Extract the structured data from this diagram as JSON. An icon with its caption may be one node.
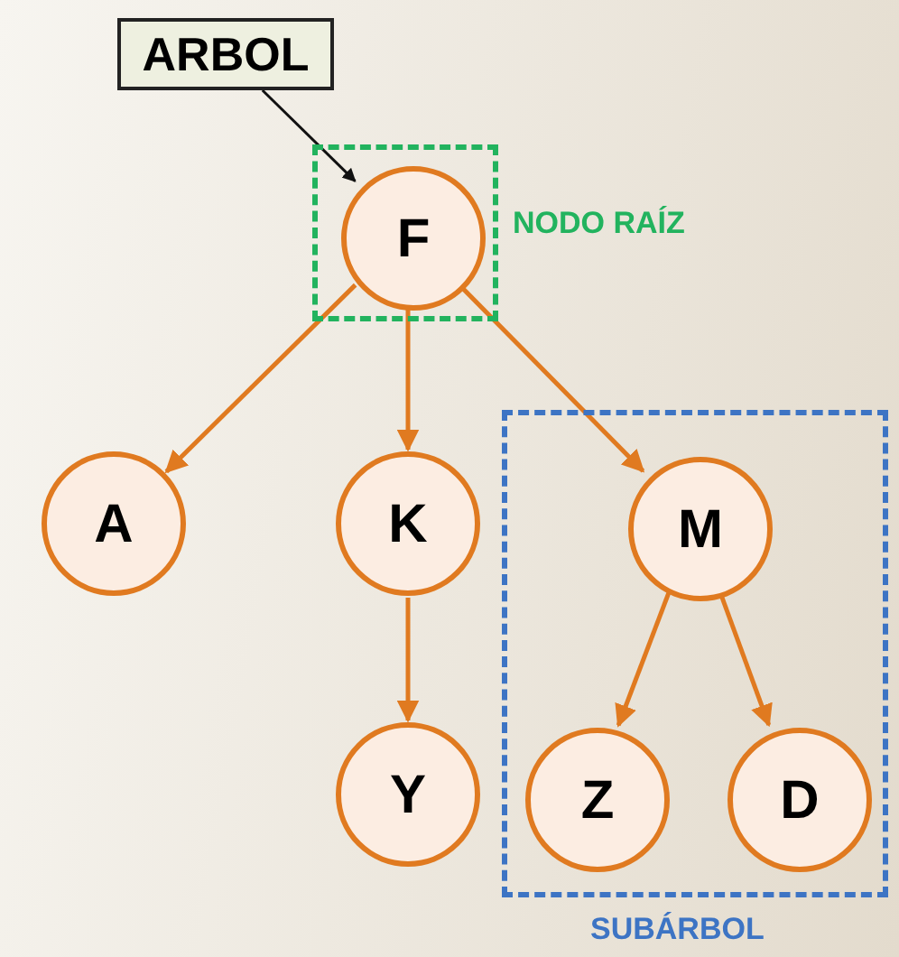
{
  "diagram": {
    "nodes": [
      {
        "text": [
          "ARBOL"
        ]
      },
      {
        "text": [
          "NODO RAÍZ"
        ]
      },
      {
        "text": [
          "F"
        ],
        "in": 1
      },
      {
        "text": [
          "A"
        ]
      },
      {
        "text": [
          "K"
        ]
      },
      {
        "text": [
          "SUBÁRBOL"
        ]
      },
      {
        "text": [
          "M"
        ],
        "in": 5
      },
      {
        "text": [
          "Y"
        ]
      },
      {
        "text": [
          "Z"
        ],
        "in": 5
      },
      {
        "text": [
          "D"
        ],
        "in": 5
      }
    ],
    "edges": [
      {
        "from": 0,
        "to": 2,
        "arrow": "to",
        "color": "#111111"
      },
      {
        "from": 2,
        "to": 3,
        "arrow": "to"
      },
      {
        "from": 2,
        "to": 4,
        "arrow": "to"
      },
      {
        "from": 2,
        "to": 6,
        "arrow": "to"
      },
      {
        "from": 4,
        "to": 7,
        "arrow": "to"
      },
      {
        "from": 6,
        "to": 8,
        "arrow": "to"
      },
      {
        "from": 6,
        "to": 9,
        "arrow": "to"
      }
    ]
  }
}
